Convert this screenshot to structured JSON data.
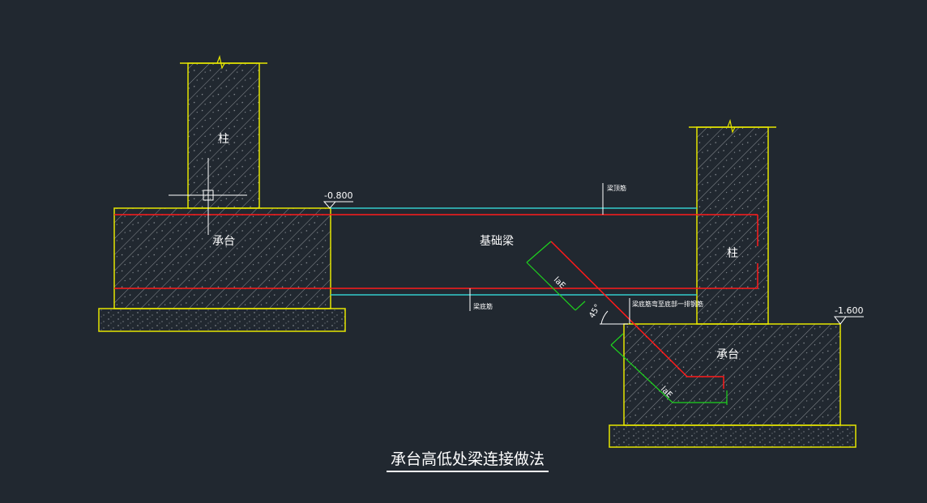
{
  "title": "承台高低处梁连接做法",
  "labels": {
    "column_left": "柱",
    "column_right": "柱",
    "cap_left": "承台",
    "cap_right": "承台",
    "beam": "基础梁",
    "top_bar": "梁顶筋",
    "bottom_bar": "梁底筋",
    "bend_note": "梁底筋弯至底部一排钢筋",
    "elev_left": "-0.800",
    "elev_right": "-1.600",
    "angle": "45°",
    "lae_1": "laE",
    "lae_2": "laE"
  },
  "colors": {
    "background": "#212830",
    "concrete_outline": "#e6e600",
    "rebar": "#ff1a1a",
    "beam_outline": "#33cccc",
    "dimension": "#1ed31e",
    "text": "#ffffff"
  }
}
